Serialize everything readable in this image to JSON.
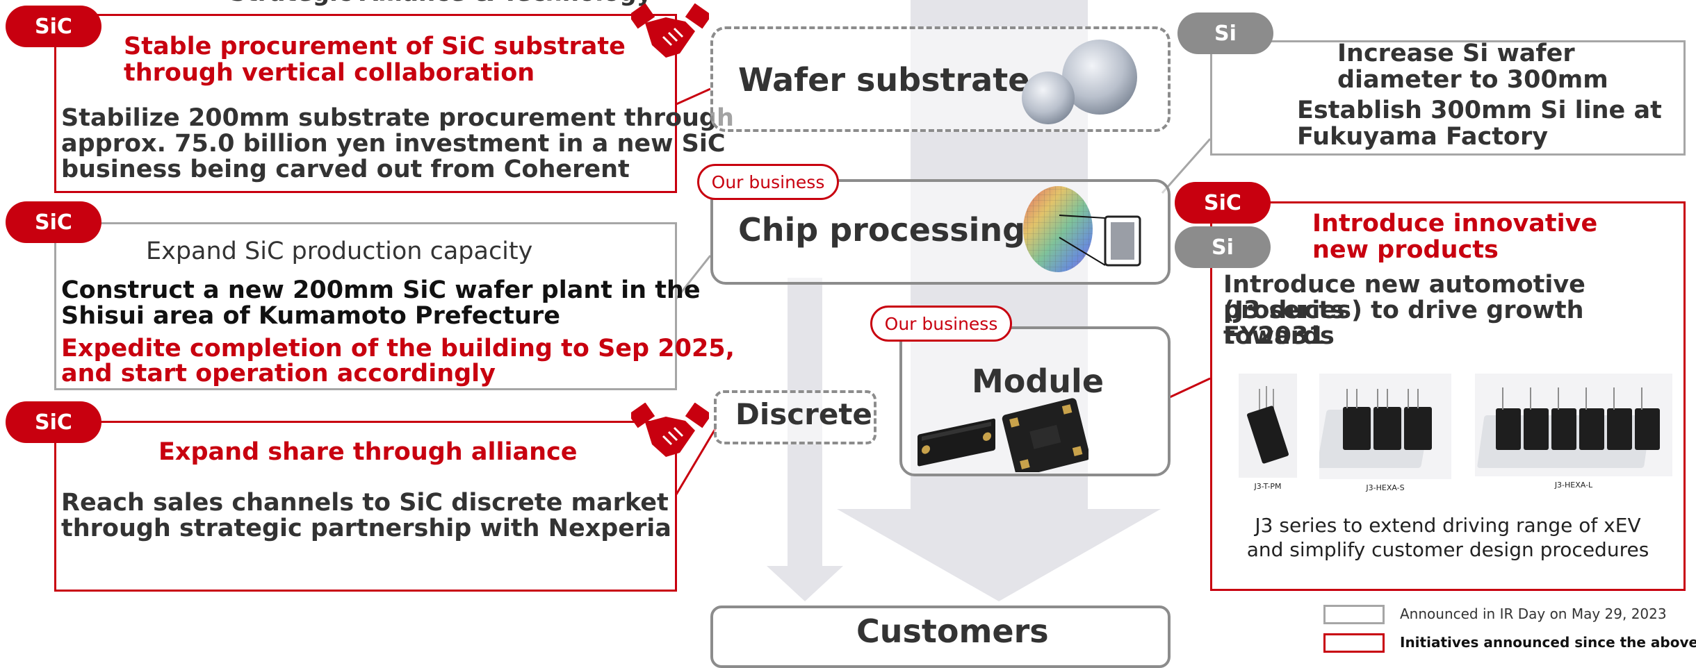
{
  "header_partial": "Strategic Alliance & Technology",
  "stages": {
    "wafer": "Wafer substrate",
    "chip": "Chip processing",
    "module": "Module",
    "discrete": "Discrete",
    "customers": "Customers"
  },
  "our_business_label": "Our business",
  "badges": {
    "sic": "SiC",
    "si": "Si"
  },
  "box_procurement": {
    "title_line1": "Stable procurement of SiC substrate",
    "title_line2": "through vertical collaboration",
    "body_line1": "Stabilize 200mm substrate procurement through",
    "body_line2": "approx. 75.0 billion yen investment in a new SiC",
    "body_line3": "business being carved out from Coherent"
  },
  "box_capacity": {
    "title": "Expand SiC production capacity",
    "body_line1": "Construct a new 200mm SiC wafer plant in the",
    "body_line2": "Shisui area of Kumamoto Prefecture",
    "red_line1": "Expedite completion of the building to Sep 2025,",
    "red_line2": "and start operation accordingly"
  },
  "box_alliance": {
    "title": "Expand share through alliance",
    "body_line1": "Reach sales channels to SiC discrete market",
    "body_line2": "through strategic partnership with Nexperia"
  },
  "box_si_wafer": {
    "line1": "Increase Si wafer",
    "line2": "diameter to 300mm",
    "line3": "Establish 300mm Si line at",
    "line4": "Fukuyama Factory"
  },
  "box_innovative": {
    "title_line1": "Introduce innovative",
    "title_line2": "new products",
    "body_line1": "Introduce new automotive products",
    "body_line2": "(J3 series) to drive growth towards",
    "body_line3": "FY2031",
    "product_labels": [
      "J3-T-PM",
      "J3-HEXA-S",
      "J3-HEXA-L"
    ],
    "footer_line1": "J3 series to extend driving range of xEV",
    "footer_line2": "and simplify customer design procedures"
  },
  "legend": {
    "gray_label": "Announced in IR Day on May 29, 2023",
    "red_label": "Initiatives announced since the above"
  },
  "colors": {
    "accent_red": "#c8000f",
    "gray": "#8c8c8c",
    "arrow": "#e4e4e9"
  }
}
